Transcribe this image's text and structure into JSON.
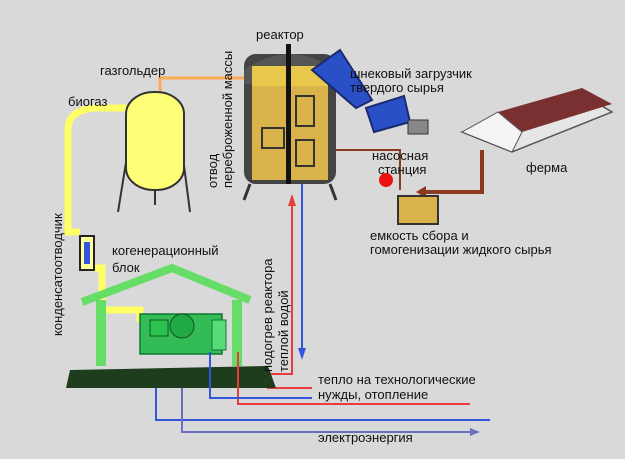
{
  "labels": {
    "reactor": "реактор",
    "gasholder": "газгольдер",
    "biogas": "биогаз",
    "screw_loader_1": "шнековый загрузчик",
    "screw_loader_2": "твердого сырья",
    "pump_station_1": "насосная",
    "pump_station_2": "станция",
    "farm": "ферма",
    "tank_1": "емкость сбора и",
    "tank_2": "гомогенизации жидкого сырья",
    "cogen_1": "когенерационный",
    "cogen_2": "блок",
    "condensate_trap": "конденсатоотводчик",
    "fermented_out_1": "отвод",
    "fermented_out_2": "переброженной массы",
    "reactor_heating_1": "подогрев реактора",
    "reactor_heating_2": "теплой водой",
    "heat_1": "тепло на технологические",
    "heat_2": "нужды, отопление",
    "electricity": "электроэнергия"
  },
  "colors": {
    "background": "#d9d9d9",
    "biogas_pipe": "#ffff66",
    "gas_pipe_orange": "#ffaa55",
    "reactor_body": "#555555",
    "reactor_fill": "#d9b24a",
    "cogen_house": "#66dd66",
    "ground": "#1d3d1d",
    "hot_water": "#e83c3c",
    "cold_water": "#3355dd",
    "electric_line": "#6b6fc0",
    "feed_line": "#8a3a20",
    "loader": "#2a50c8",
    "farm_roof": "#7a3030",
    "pump_dot": "#ee1111"
  }
}
